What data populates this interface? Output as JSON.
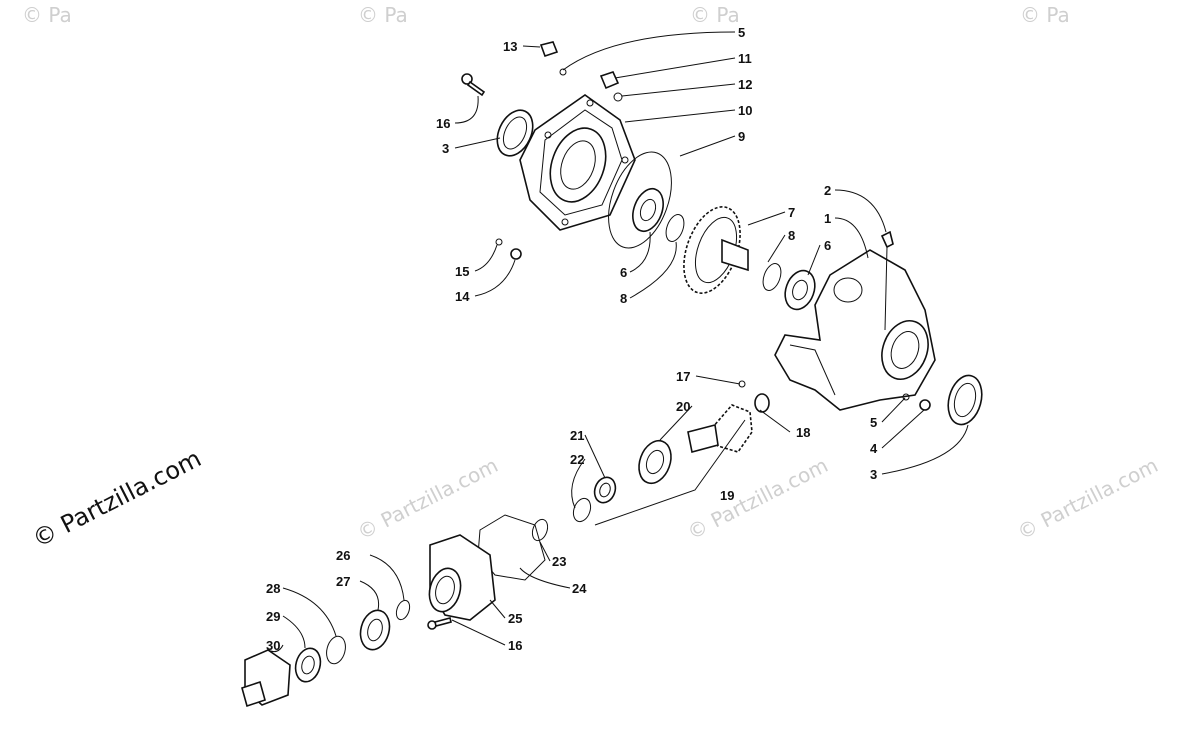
{
  "watermarks": {
    "main": "© Partzilla.com",
    "faint": "© Partzilla.com",
    "faint_fragment": "© Pa"
  },
  "callouts": [
    {
      "id": "c13",
      "label": "13"
    },
    {
      "id": "c5a",
      "label": "5"
    },
    {
      "id": "c11",
      "label": "11"
    },
    {
      "id": "c12",
      "label": "12"
    },
    {
      "id": "c16a",
      "label": "16"
    },
    {
      "id": "c10",
      "label": "10"
    },
    {
      "id": "c3a",
      "label": "3"
    },
    {
      "id": "c9",
      "label": "9"
    },
    {
      "id": "c2",
      "label": "2"
    },
    {
      "id": "c1",
      "label": "1"
    },
    {
      "id": "c7",
      "label": "7"
    },
    {
      "id": "c8a",
      "label": "8"
    },
    {
      "id": "c6a",
      "label": "6"
    },
    {
      "id": "c15",
      "label": "15"
    },
    {
      "id": "c6b",
      "label": "6"
    },
    {
      "id": "c14",
      "label": "14"
    },
    {
      "id": "c8b",
      "label": "8"
    },
    {
      "id": "c17",
      "label": "17"
    },
    {
      "id": "c20",
      "label": "20"
    },
    {
      "id": "c5b",
      "label": "5"
    },
    {
      "id": "c18",
      "label": "18"
    },
    {
      "id": "c4",
      "label": "4"
    },
    {
      "id": "c21",
      "label": "21"
    },
    {
      "id": "c22",
      "label": "22"
    },
    {
      "id": "c3b",
      "label": "3"
    },
    {
      "id": "c19",
      "label": "19"
    },
    {
      "id": "c23",
      "label": "23"
    },
    {
      "id": "c26",
      "label": "26"
    },
    {
      "id": "c24",
      "label": "24"
    },
    {
      "id": "c28",
      "label": "28"
    },
    {
      "id": "c27",
      "label": "27"
    },
    {
      "id": "c25",
      "label": "25"
    },
    {
      "id": "c29",
      "label": "29"
    },
    {
      "id": "c16b",
      "label": "16"
    },
    {
      "id": "c30",
      "label": "30"
    }
  ]
}
